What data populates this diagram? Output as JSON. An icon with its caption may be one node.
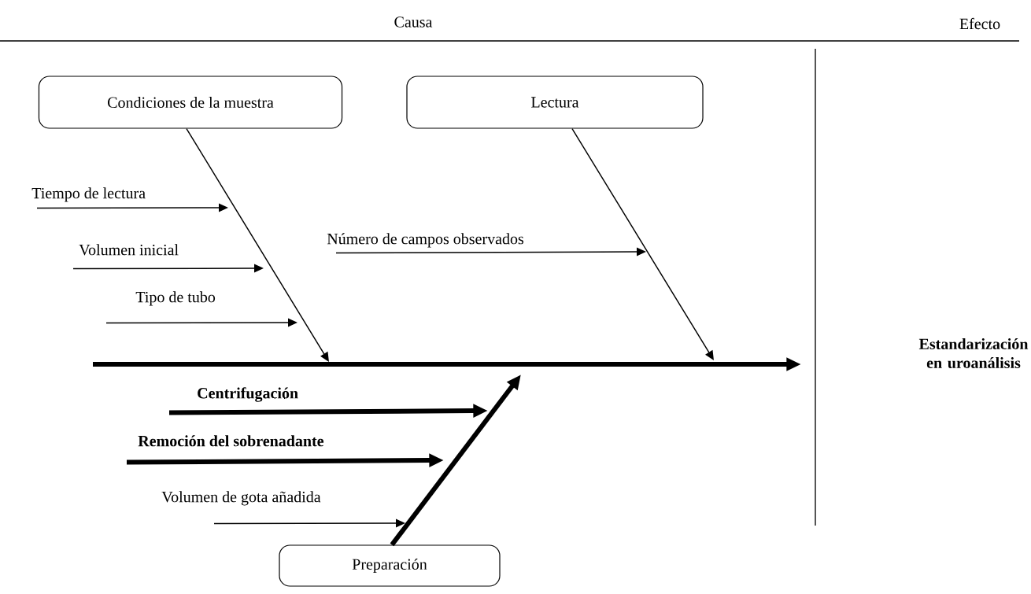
{
  "diagram": {
    "nodes": [
      {
        "text": [
          "Condiciones de la muestra"
        ]
      },
      {
        "text": [
          "Lectura"
        ]
      },
      {
        "text": [
          "Preparación"
        ]
      },
      {
        "text": [
          "Tiempo de lectura"
        ]
      },
      {
        "text": [
          "Volumen inicial"
        ]
      },
      {
        "text": [
          "Tipo de tubo"
        ]
      },
      {
        "text": [
          "Número de campos observados"
        ]
      },
      {
        "text": [
          "Centrifugación"
        ]
      },
      {
        "text": [
          "Remoción del sobrenadante"
        ]
      },
      {
        "text": [
          "Volumen de gota añadida"
        ]
      }
    ],
    "edges": [
      {
        "from": 0,
        "to": null,
        "arrow": "to"
      },
      {
        "from": 1,
        "to": null,
        "arrow": "to"
      },
      {
        "from": 2,
        "to": null,
        "arrow": "to",
        "style": "thick"
      },
      {
        "from": 3,
        "to": null,
        "arrow": "to"
      },
      {
        "from": 4,
        "to": null,
        "arrow": "to"
      },
      {
        "from": 5,
        "to": null,
        "arrow": "to"
      },
      {
        "from": 6,
        "to": null,
        "arrow": "to"
      },
      {
        "from": 7,
        "to": null,
        "arrow": "to",
        "style": "thick"
      },
      {
        "from": 8,
        "to": null,
        "arrow": "to",
        "style": "thick"
      },
      {
        "from": 9,
        "to": null,
        "arrow": "to"
      }
    ],
    "labels": [
      "Causa",
      "Efecto",
      "Estandarización en uroanálisis"
    ]
  }
}
